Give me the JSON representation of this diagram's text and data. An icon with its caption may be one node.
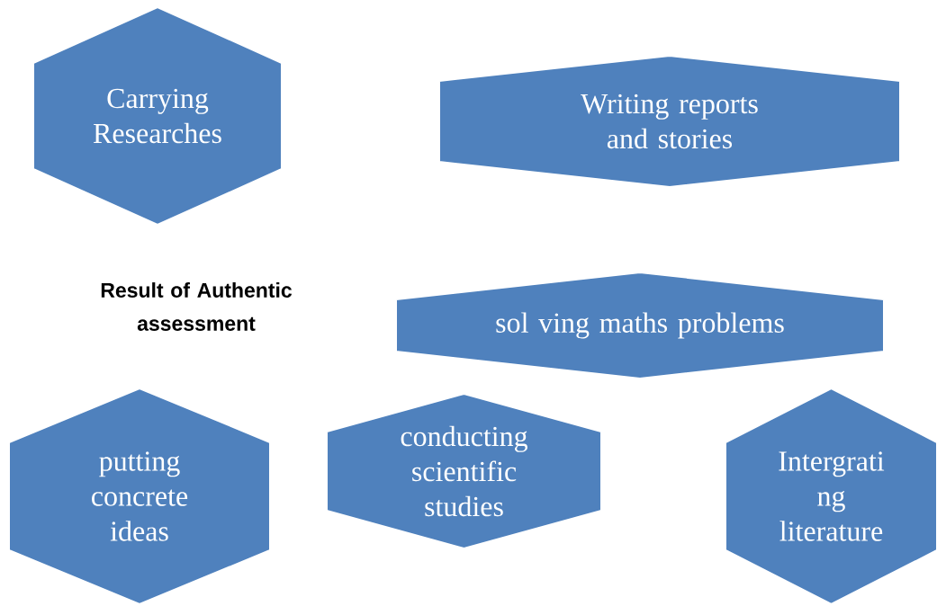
{
  "diagram": {
    "nodes": [
      {
        "text": [
          "Carrying Researches"
        ]
      },
      {
        "text": [
          "Writing reports and stories"
        ]
      },
      {
        "text": [
          "sol ving maths problems"
        ]
      },
      {
        "text": [
          "putting concrete ideas"
        ]
      },
      {
        "text": [
          "conducting scientific studies"
        ]
      },
      {
        "text": [
          "Intergrati ng literature"
        ]
      }
    ],
    "labels": [
      "Result of Authentic assessment"
    ]
  }
}
